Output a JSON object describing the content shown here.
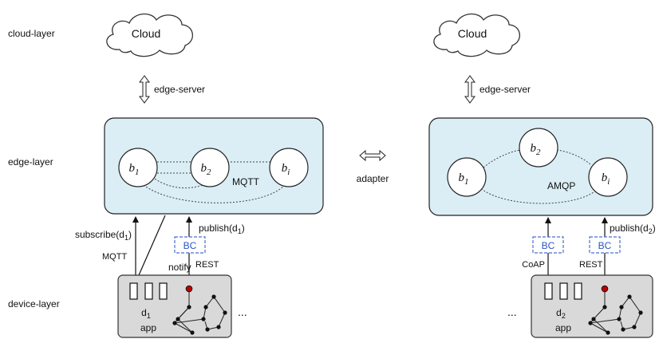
{
  "layers": {
    "cloud": "cloud-layer",
    "edge": "edge-layer",
    "device": "device-layer"
  },
  "left": {
    "cloud": "Cloud",
    "edge_server": "edge-server",
    "brokers": {
      "b1": {
        "base": "b",
        "sub": "1"
      },
      "b2": {
        "base": "b",
        "sub": "2"
      },
      "bi": {
        "base": "b",
        "sub": "i"
      }
    },
    "edge_protocol": "MQTT",
    "subscribe": {
      "base": "subscribe(d",
      "sub": "1",
      "end": ")"
    },
    "mqtt_link": "MQTT",
    "notify": "notify",
    "publish": {
      "base": "publish(d",
      "sub": "1",
      "end": ")"
    },
    "bc": "BC",
    "rest": "REST",
    "device": {
      "base": "d",
      "sub": "1",
      "app": "app"
    },
    "ellipsis": "..."
  },
  "middle": {
    "adapter": "adapter"
  },
  "right": {
    "cloud": "Cloud",
    "edge_server": "edge-server",
    "brokers": {
      "b1": {
        "base": "b",
        "sub": "1"
      },
      "b2": {
        "base": "b",
        "sub": "2"
      },
      "bi": {
        "base": "b",
        "sub": "i"
      }
    },
    "edge_protocol": "AMQP",
    "publish": {
      "base": "publish(d",
      "sub": "2",
      "end": ")"
    },
    "bc_coap": "BC",
    "bc_rest": "BC",
    "coap": "CoAP",
    "rest": "REST",
    "device": {
      "base": "d",
      "sub": "2",
      "app": "app"
    },
    "ellipsis": "..."
  },
  "colors": {
    "edge_fill": "#dbeef5",
    "device_fill": "#d9d9d9",
    "bc_border": "#4a6fd0",
    "bc_text": "#2b54c4",
    "sensor_dot": "#c00000"
  }
}
